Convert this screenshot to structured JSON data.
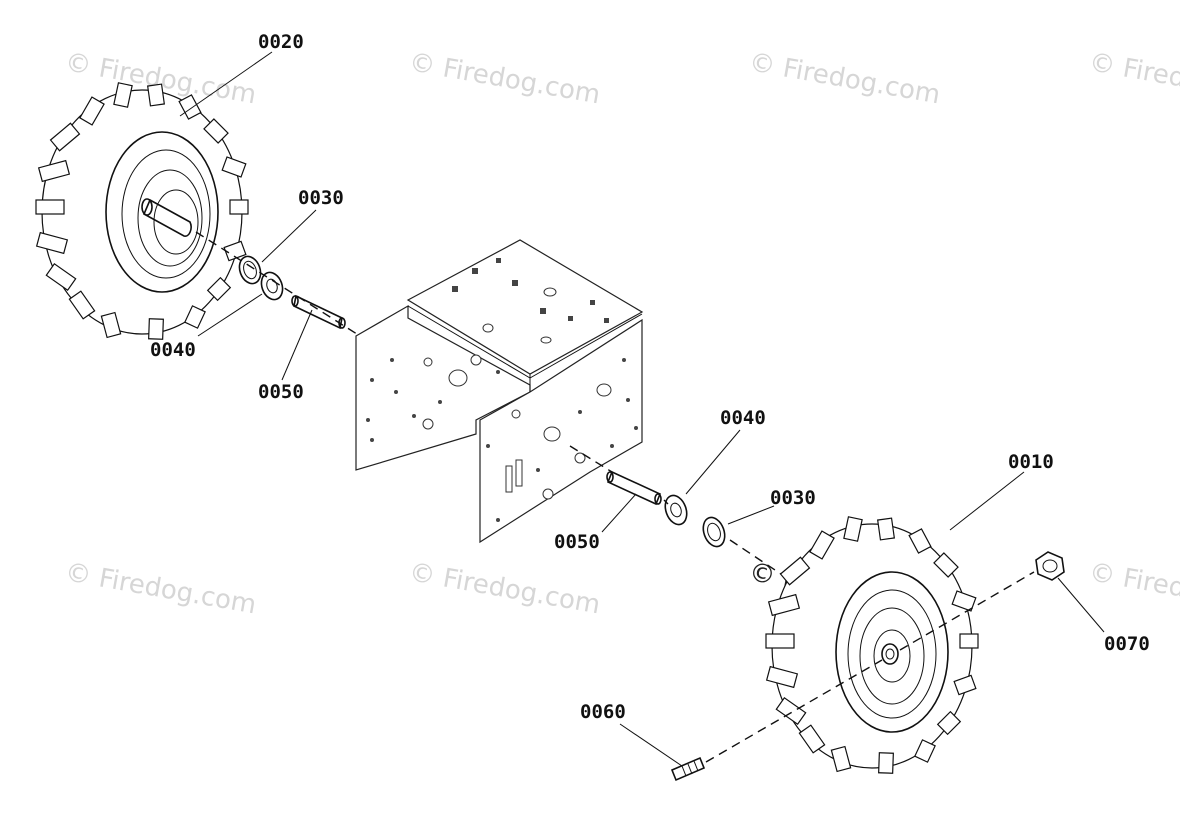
{
  "parts": [
    {
      "id": "wheel-left",
      "label": "0020"
    },
    {
      "id": "retainer-ring-left",
      "label": "0030"
    },
    {
      "id": "washer-left",
      "label": "0040"
    },
    {
      "id": "spacer-left",
      "label": "0050"
    },
    {
      "id": "washer-right",
      "label": "0040"
    },
    {
      "id": "retainer-ring-right",
      "label": "0030"
    },
    {
      "id": "spacer-right",
      "label": "0050"
    },
    {
      "id": "wheel-right",
      "label": "0010"
    },
    {
      "id": "hex-nut",
      "label": "0070"
    },
    {
      "id": "bolt",
      "label": "0060"
    }
  ],
  "watermark": {
    "text": "© Firedog.com"
  },
  "colors": {
    "line": "#111111",
    "watermark": "#d6d6d6",
    "background": "#ffffff"
  }
}
